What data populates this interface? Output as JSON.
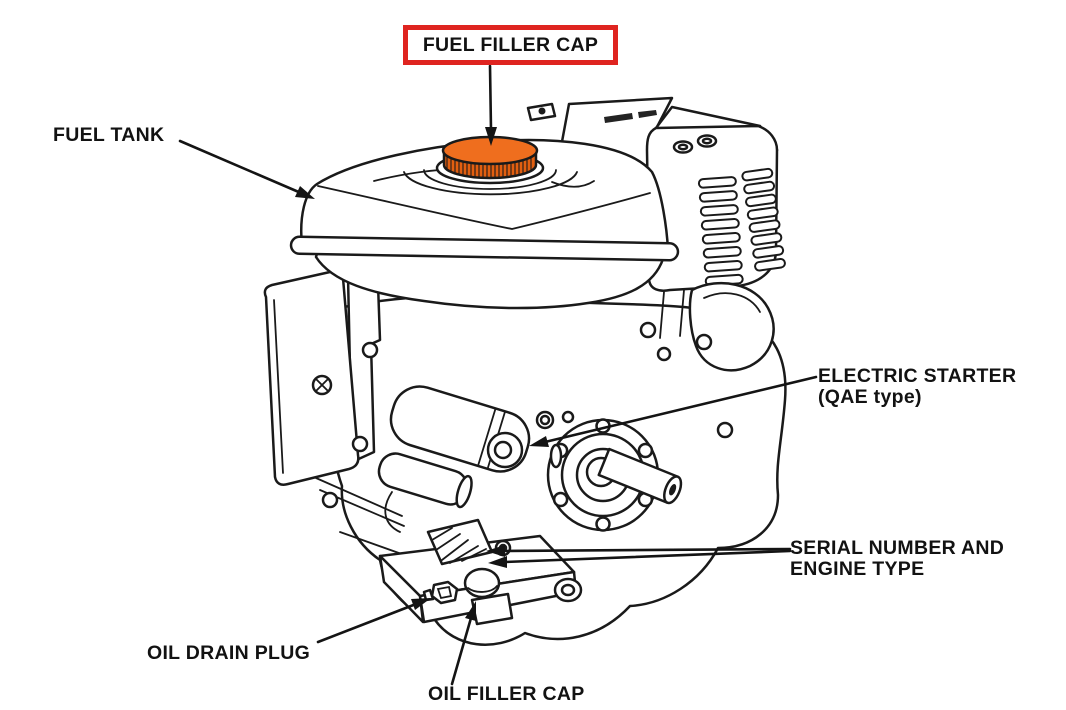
{
  "figure": {
    "type": "engine-parts-diagram",
    "highlighted_part": "FUEL FILLER CAP"
  },
  "labels": {
    "fuel_filler_cap": "FUEL FILLER CAP",
    "fuel_tank": "FUEL TANK",
    "electric_starter_line1": "ELECTRIC STARTER",
    "electric_starter_line2": "(QAE type)",
    "serial_number_line1": "SERIAL NUMBER AND",
    "serial_number_line2": "ENGINE TYPE",
    "oil_drain_plug": "OIL DRAIN PLUG",
    "oil_filler_cap": "OIL FILLER CAP"
  },
  "colors": {
    "highlight_box_red": "#df2420",
    "cap_orange_top": "#ef6e1e",
    "cap_orange_side": "#e25f10",
    "line_black": "#1a1a1a",
    "background": "#ffffff"
  }
}
